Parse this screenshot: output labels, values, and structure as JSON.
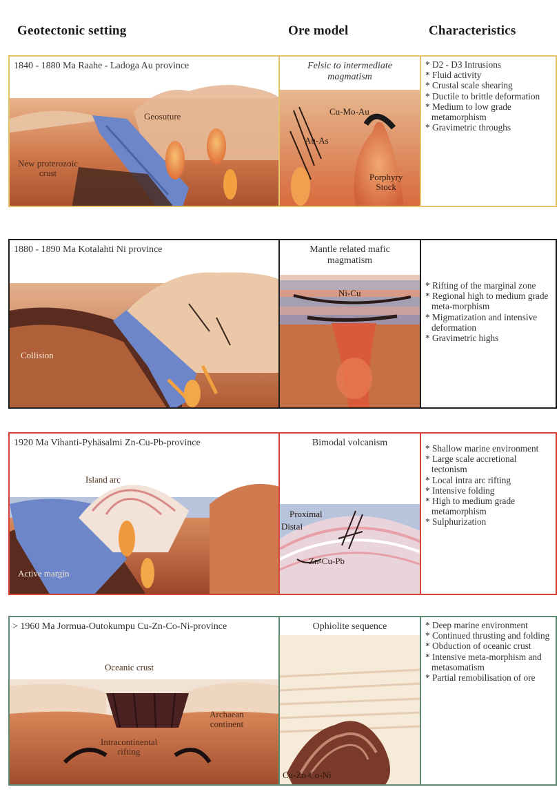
{
  "headers": {
    "setting": "Geotectonic setting",
    "model": "Ore model",
    "characteristics": "Characteristics"
  },
  "panels": [
    {
      "title": "1840 - 1880 Ma Raahe - Ladoga Au province",
      "border_color": "#e3c46a",
      "setting_labels": {
        "a": "Geosuture",
        "b": "New proterozoic\ncrust"
      },
      "model_title": "Felsic to intermediate\nmagmatism",
      "model_labels": {
        "a": "Cu-Mo-Au",
        "b": "Au-As",
        "c": "Porphyry\nStock"
      },
      "characteristics": [
        "D2 - D3 Intrusions",
        "Fluid activity",
        "Crustal scale shearing",
        "Ductile to brittle deformation",
        "Medium to low grade metamorphism",
        "Gravimetric throughs"
      ]
    },
    {
      "title": "1880 - 1890 Ma Kotalahti Ni province",
      "border_color": "#1f1f1f",
      "setting_labels": {
        "a": "Collision"
      },
      "model_title": "Mantle related mafic\nmagmatism",
      "model_labels": {
        "a": "Ni-Cu"
      },
      "characteristics": [
        "Rifting of the marginal zone",
        "Regional high to medium grade meta-morphism",
        "Migmatization and intensive deformation",
        "Gravimetric highs"
      ]
    },
    {
      "title": "1920 Ma Vihanti-Pyhäsalmi Zn-Cu-Pb-province",
      "border_color": "#d8453a",
      "setting_labels": {
        "a": "Island arc",
        "b": "Active margin"
      },
      "model_title": "Bimodal volcanism",
      "model_labels": {
        "a": "Proximal",
        "b": "Distal",
        "c": "Zn-Cu-Pb"
      },
      "characteristics": [
        "Shallow marine environment",
        "Large scale accretional tectonism",
        "Local intra arc rifting",
        "Intensive folding",
        "High to medium grade metamorphism",
        "Sulphurization"
      ]
    },
    {
      "title": "> 1960 Ma Jormua-Outokumpu Cu-Zn-Co-Ni-province",
      "border_color": "#5f8a72",
      "setting_labels": {
        "a": "Oceanic crust",
        "b": "Archaean\ncontinent",
        "c": "Intracontinental\nrifting"
      },
      "model_title": "Ophiolite sequence",
      "model_labels": {
        "a": "Cu-Zn-Co-Ni"
      },
      "characteristics": [
        "Deep marine environment",
        "Continued thrusting and folding",
        "Obduction of oceanic crust",
        "Intensive meta-morphism and metasomatism",
        "Partial remobilisation of ore"
      ]
    }
  ],
  "colors": {
    "crust": "#c96f42",
    "crust_dark": "#9a4a2a",
    "mantle": "#7a3a26",
    "slab_blue": "#6d86c9",
    "sky_blue": "#b7c4dc",
    "magma": "#f0a040",
    "pale": "#eed7c2"
  }
}
